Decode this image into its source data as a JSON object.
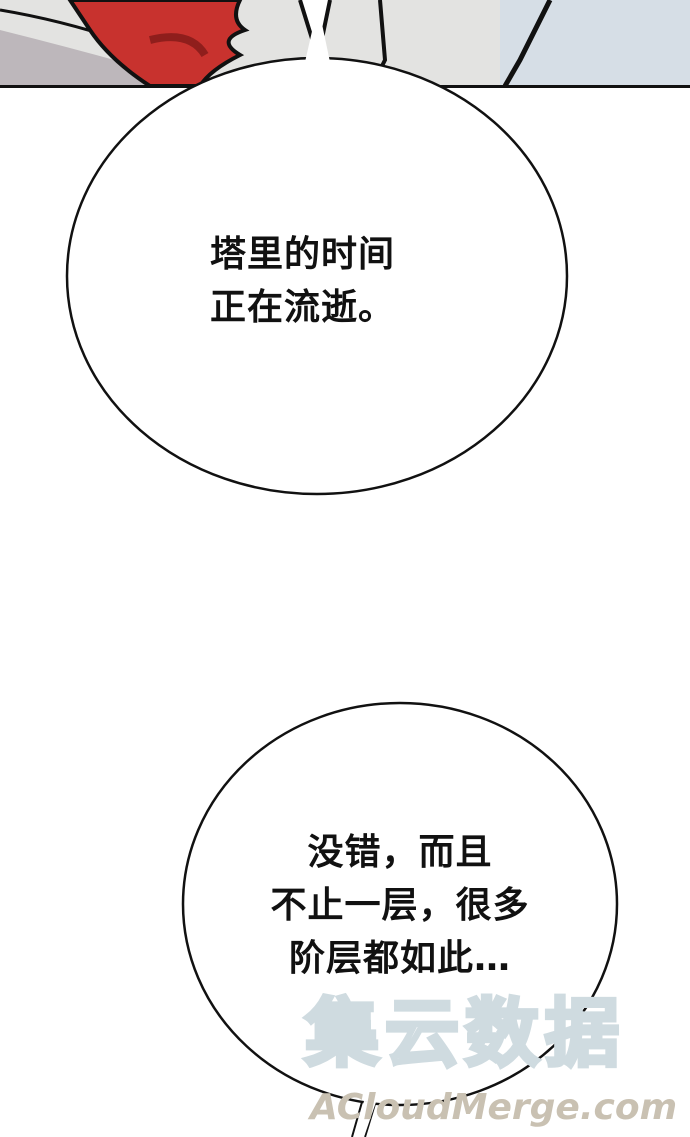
{
  "bubbles": [
    {
      "lines": [
        "塔里的时间",
        "正在流逝。"
      ]
    },
    {
      "lines": [
        "没错，而且",
        "不止一层，很多",
        "阶层都如此…"
      ]
    }
  ],
  "watermark": {
    "title": "集云数据",
    "site": "ACloudMerge.com"
  },
  "colors": {
    "red": "#c8322e",
    "gray": "#e2e2e0",
    "sky": "#d6dee6",
    "ink": "#111111"
  }
}
